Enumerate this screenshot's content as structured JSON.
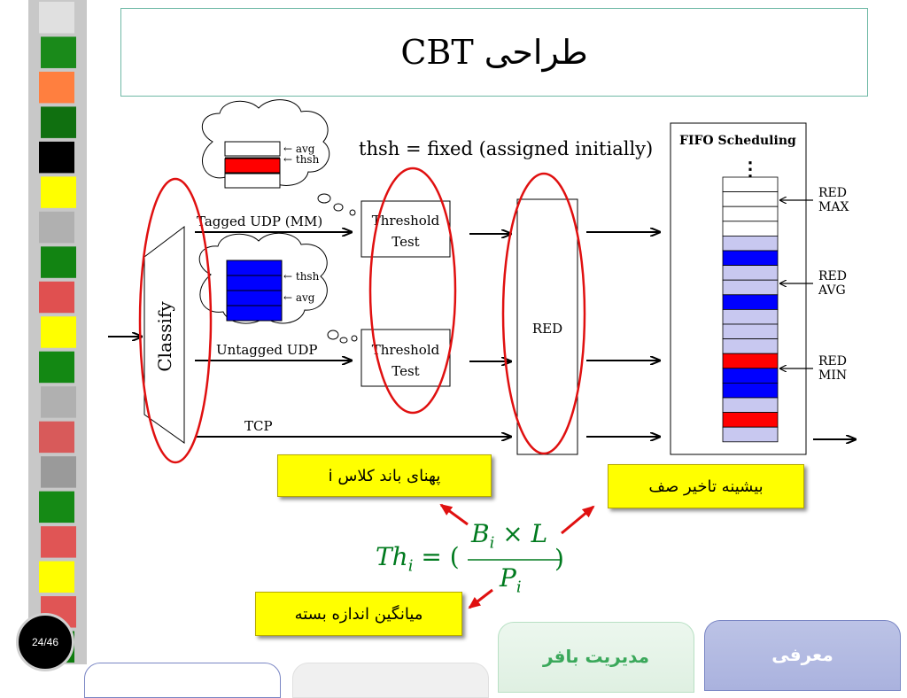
{
  "slide": {
    "title": "طراحی CBT",
    "page_number": "24/46"
  },
  "diagram": {
    "cloud_top_labels": [
      "← avg",
      "← thsh"
    ],
    "cloud_bottom_labels": [
      "← thsh",
      "← avg"
    ],
    "thsh_note": "thsh = fixed (assigned initially)",
    "fifo_title": "FIFO Scheduling",
    "vertical_dots": "⋮",
    "flow_tagged": "Tagged UDP (MM)",
    "flow_untagged": "Untagged UDP",
    "flow_tcp": "TCP",
    "classify_label": "Classify",
    "threshold_line1": "Threshold",
    "threshold_line2": "Test",
    "red_label": "RED",
    "red_max": [
      "RED",
      "MAX"
    ],
    "red_avg": [
      "RED",
      "AVG"
    ],
    "red_min": [
      "RED",
      "MIN"
    ],
    "queue_cells": [
      "white",
      "white",
      "white",
      "white",
      "light",
      "blue",
      "light",
      "light",
      "blue",
      "light",
      "light",
      "light",
      "red",
      "blue",
      "blue",
      "light",
      "red",
      "light"
    ],
    "colors": {
      "queue_light": "#c8c8f0",
      "queue_blue": "#0000ff",
      "queue_red": "#ff0000",
      "ellipse": "#e01010",
      "formula": "#007a1e",
      "callout": "#ffff00"
    }
  },
  "callouts": {
    "bandwidth": "پهنای باند کلاس i",
    "max_delay": "بیشینه تاخیر صف",
    "avg_packet": "میانگین اندازه بسته"
  },
  "formula": {
    "lhs": "Th",
    "lhs_sub": "i",
    "equals_paren": "= (",
    "numerator": "B",
    "numerator_sub": "i",
    "numerator_rest": " × L",
    "denominator": "P",
    "denominator_sub": "i",
    "close_paren": ")"
  },
  "tabs": {
    "buffer": "مدیریت بافر",
    "intro": "معرفی"
  },
  "sidebar_blocks": [
    "#e0e0e0",
    "#1a8a1a",
    "#ff7f3f",
    "#107010",
    "#000000",
    "#ffff00",
    "#b0b0b0",
    "#128412",
    "#e05050",
    "#ffff00",
    "#138813",
    "#b0b0b0",
    "#d85a5a",
    "#9a9a9a",
    "#158a15",
    "#e05555",
    "#ffff00",
    "#e05555",
    "#0e7c0e"
  ]
}
